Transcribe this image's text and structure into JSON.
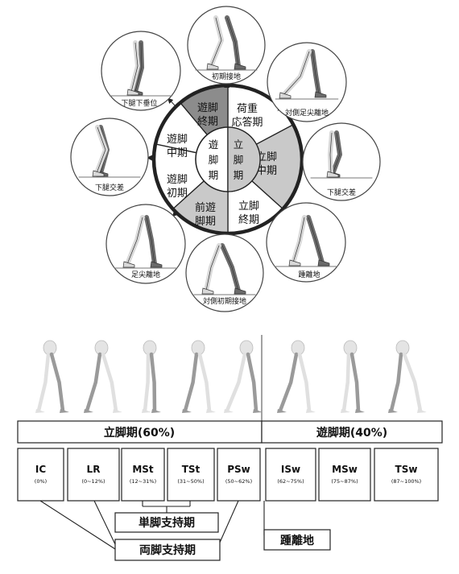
{
  "wheel": {
    "center_stance": "立脚期",
    "center_swing": "遊脚期",
    "segments": [
      {
        "id": "loading-response",
        "text": "荷重応答期",
        "line1": "荷重",
        "line2": "応答期",
        "fill": "#ffffff"
      },
      {
        "id": "mid-stance",
        "text": "立脚中期",
        "line1": "立脚",
        "line2": "中期",
        "fill": "#c9c9c9"
      },
      {
        "id": "terminal-stance",
        "text": "立脚終期",
        "line1": "立脚",
        "line2": "終期",
        "fill": "#ffffff"
      },
      {
        "id": "pre-swing",
        "text": "前遊脚期",
        "line1": "前遊",
        "line2": "脚期",
        "fill": "#c9c9c9"
      },
      {
        "id": "initial-swing",
        "text": "遊脚初期",
        "line1": "遊脚",
        "line2": "初期",
        "fill": "#ffffff"
      },
      {
        "id": "mid-swing",
        "text": "遊脚中期",
        "line1": "遊脚",
        "line2": "中期",
        "fill": "#ffffff"
      },
      {
        "id": "terminal-swing",
        "text": "遊脚終期",
        "line1": "遊脚",
        "line2": "終期",
        "fill": "#8c8c8c"
      }
    ]
  },
  "events": [
    {
      "id": "initial-contact",
      "label": "初期接地"
    },
    {
      "id": "opposite-toe-off",
      "label": "対側足尖離地"
    },
    {
      "id": "tibia-vertical-stance",
      "label": "下腿交差"
    },
    {
      "id": "heel-off",
      "label": "踵離地"
    },
    {
      "id": "opposite-initial-contact",
      "label": "対側初期接地"
    },
    {
      "id": "toe-off",
      "label": "足尖離地"
    },
    {
      "id": "feet-adjacent",
      "label": "下腿交差"
    },
    {
      "id": "tibia-vertical",
      "label": "下腿下垂位"
    }
  ],
  "timeline": {
    "stance_header": "立脚期(60%)",
    "swing_header": "遊脚期(40%)",
    "phases": [
      {
        "abbr": "IC",
        "range": "(0%)"
      },
      {
        "abbr": "LR",
        "range": "(0~12%)"
      },
      {
        "abbr": "MSt",
        "range": "(12~31%)"
      },
      {
        "abbr": "TSt",
        "range": "(31~50%)"
      },
      {
        "abbr": "PSw",
        "range": "(50~62%)"
      },
      {
        "abbr": "ISw",
        "range": "(62~75%)"
      },
      {
        "abbr": "MSw",
        "range": "(75~87%)"
      },
      {
        "abbr": "TSw",
        "range": "(87~100%)"
      }
    ],
    "single_support": "単脚支持期",
    "double_support": "両脚支持期",
    "heel_off": "踵離地"
  },
  "colors": {
    "ring": "#222222",
    "dark_segment": "#8c8c8c",
    "light_segment": "#c9c9c9",
    "leg_light": "#d9d9d9",
    "leg_dark": "#6b6b6b"
  }
}
